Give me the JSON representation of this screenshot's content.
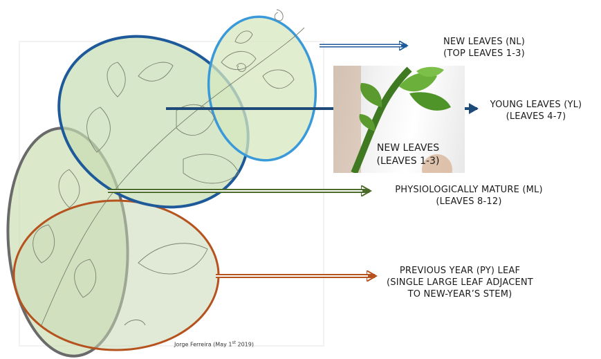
{
  "labels": {
    "new_leaves": {
      "line1": "NEW LEAVES (NL)",
      "line2": "(TOP LEAVES 1-3)"
    },
    "young_leaves": {
      "line1": "YOUNG LEAVES (YL)",
      "line2": "(LEAVES  4-7)"
    },
    "mature_leaves": {
      "line1": "PHYSIOLOGICALLY MATURE (ML)",
      "line2": "(LEAVES 8-12)"
    },
    "previous_year": {
      "line1": "PREVIOUS YEAR (PY) LEAF",
      "line2": "(SINGLE LARGE LEAF ADJACENT",
      "line3": "TO NEW-YEAR’S STEM)"
    }
  },
  "photo": {
    "line1": "NEW LEAVES",
    "line2": "(LEAVES 1-3)"
  },
  "credit": {
    "text": "Jorge Ferreira (May 1",
    "sup": "st",
    "tail": " 2019)"
  },
  "colors": {
    "new": "#3a9ad9",
    "young": "#1e5a9a",
    "mature": "#4a6b2a",
    "previous": "#b5521e",
    "outer": "#6a6a6a",
    "fill": "#cfe3b0"
  }
}
